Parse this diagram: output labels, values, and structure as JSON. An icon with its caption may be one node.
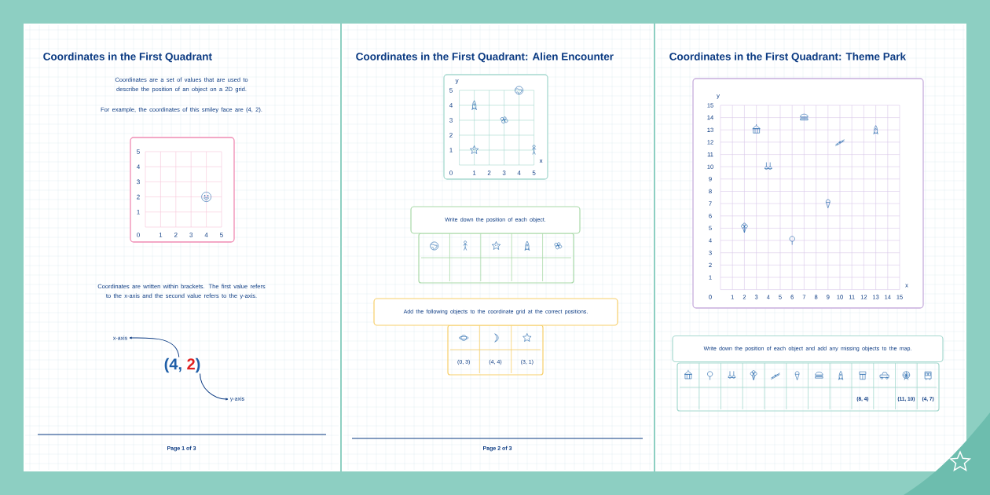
{
  "diagram": {
    "nodes": [
      {
        "text": [
          "Write down the position of each object."
        ]
      },
      {
        "text": [
          "Add the following objects to the coordinate grid at the correct positions."
        ]
      },
      {
        "text": [
          "Write down the position of each object and add any missing objects to the map."
        ]
      },
      {
        "text": [
          "x-axis"
        ]
      },
      {
        "text": [
          "(4,",
          "2",
          ")"
        ]
      },
      {
        "text": [
          "y-axis"
        ]
      }
    ],
    "edges": [
      {
        "from": 4,
        "to": 3,
        "arrow": "to"
      },
      {
        "from": 4,
        "to": 5,
        "arrow": "to"
      }
    ],
    "labels": [
      "Coordinates in the First Quadrant",
      "Coordinates are a set of values that are used to describe the position of an object on a 2D grid.",
      "For example, the coordinates of this smiley face are (4, 2).",
      "5",
      "4",
      "3",
      "2",
      "1",
      "0",
      "1",
      "2",
      "3",
      "4",
      "5",
      "Coordinates are written within brackets. The first value refers to the x-axis and the second value refers to the y-axis.",
      "Page 1 of 3",
      "Coordinates in the First Quadrant: Alien Encounter",
      "y",
      "5",
      "4",
      "3",
      "2",
      "1",
      "0",
      "1",
      "2",
      "3",
      "4",
      "5",
      "x",
      "(0, 3)",
      "(4, 4)",
      "(3, 1)",
      "Page 2 of 3",
      "Coordinates in the First Quadrant: Theme Park",
      "y",
      "15",
      "14",
      "13",
      "12",
      "11",
      "10",
      "9",
      "8",
      "7",
      "6",
      "5",
      "4",
      "3",
      "2",
      "1",
      "0",
      "1",
      "2",
      "3",
      "4",
      "5",
      "6",
      "7",
      "8",
      "9",
      "10",
      "11",
      "12",
      "13",
      "14",
      "15",
      "x",
      "(8, 4)",
      "(11, 10)",
      "(4, 7)"
    ]
  }
}
